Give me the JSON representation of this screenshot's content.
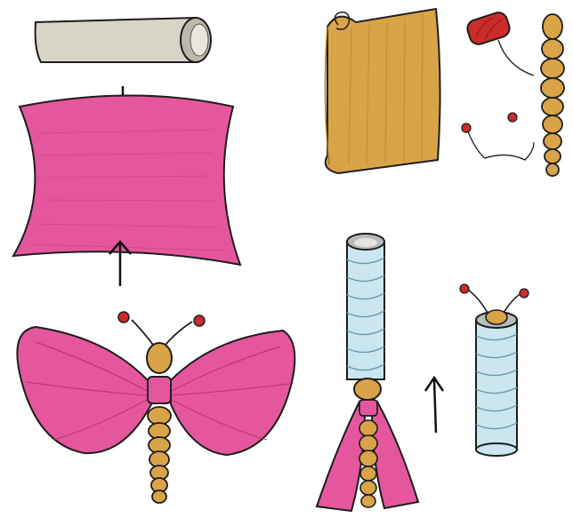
{
  "illustration": {
    "steps": [
      {
        "name": "cardboard-tube"
      },
      {
        "name": "pink-crepe-paper"
      },
      {
        "name": "rolled-tan-crepe-paper"
      },
      {
        "name": "red-yarn-ball-with-beads"
      },
      {
        "name": "beaded-body"
      },
      {
        "name": "assembled-butterfly"
      },
      {
        "name": "tube-wrapped-in-blue"
      },
      {
        "name": "finished-tube-with-antennae"
      }
    ],
    "colors": {
      "pink": "#e5579c",
      "pink_dark": "#b62c70",
      "tan": "#d9a348",
      "tan_dark": "#a8731d",
      "blue": "#cbe6ee",
      "blue_dark": "#6e9aa6",
      "tube_gray": "#d8d4c8",
      "red": "#cc2b2b",
      "outline": "#1d1d1d"
    }
  }
}
